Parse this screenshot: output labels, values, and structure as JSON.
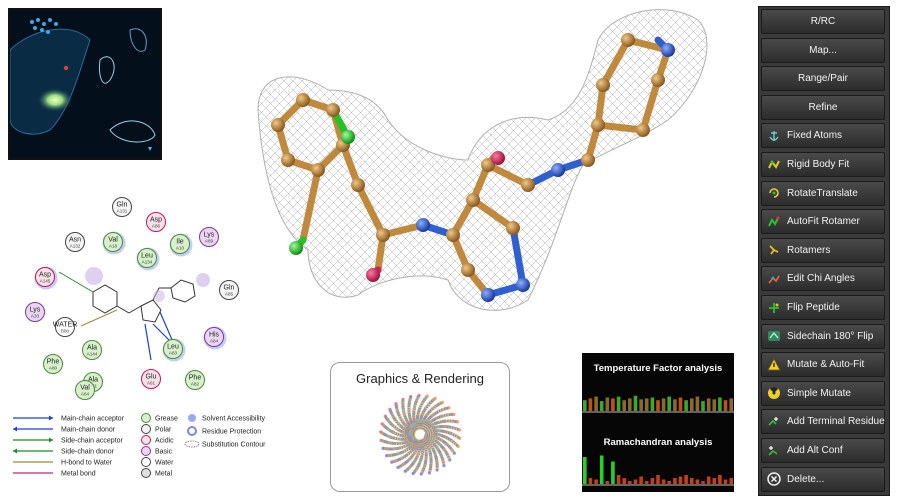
{
  "density_map": {
    "label": "density-map-thumbnail"
  },
  "ligand_diagram": {
    "residues": [
      {
        "name": "Gln",
        "num": "A131"
      },
      {
        "name": "Asp",
        "num": "A86"
      },
      {
        "name": "Asn",
        "num": "A132"
      },
      {
        "name": "Val",
        "num": "A18"
      },
      {
        "name": "Ile",
        "num": "A10"
      },
      {
        "name": "Lys",
        "num": "A89"
      },
      {
        "name": "Leu",
        "num": "A134"
      },
      {
        "name": "Asp",
        "num": "A145"
      },
      {
        "name": "Gln",
        "num": "A85"
      },
      {
        "name": "Lys",
        "num": "A33"
      },
      {
        "name": "WATER",
        "num": "B80"
      },
      {
        "name": "His",
        "num": "A84"
      },
      {
        "name": "Phe",
        "num": "A80"
      },
      {
        "name": "Ala",
        "num": "A144"
      },
      {
        "name": "Leu",
        "num": "A83"
      },
      {
        "name": "Glu",
        "num": "A81"
      },
      {
        "name": "Ala",
        "num": "A31"
      },
      {
        "name": "Phe",
        "num": "A82"
      },
      {
        "name": "Val",
        "num": "A64"
      }
    ],
    "legend_left": [
      "Main-chain acceptor",
      "Main-chain donor",
      "Side-chain acceptor",
      "Side-chain donor",
      "H-bond to Water",
      "Metal bond"
    ],
    "legend_mid": [
      "Grease",
      "Polar",
      "Acidic",
      "Basic",
      "Water",
      "Metal"
    ],
    "legend_right": [
      "Solvent Accessibility",
      "Residue Protection",
      "Substitution Contour"
    ]
  },
  "graphics_card": {
    "title": "Graphics & Rendering"
  },
  "analysis": {
    "temperature_title": "Temperature Factor analysis",
    "ramachandran_title": "Ramachandran analysis",
    "temp_bars": [
      0.6,
      0.7,
      0.8,
      0.55,
      0.75,
      0.7,
      0.8,
      0.6,
      0.7,
      0.85,
      0.65,
      0.7,
      0.75,
      0.6,
      0.7,
      0.8,
      0.65,
      0.75,
      0.6,
      0.7,
      0.8,
      0.55,
      0.7,
      0.65,
      0.75,
      0.6,
      0.7
    ],
    "rama_bars": [
      0.9,
      0.2,
      0.15,
      0.95,
      0.1,
      0.75,
      0.3,
      0.2,
      0.1,
      0.15,
      0.25,
      0.1,
      0.2,
      0.3,
      0.15,
      0.1,
      0.2,
      0.25,
      0.3,
      0.2,
      0.15,
      0.1,
      0.25,
      0.2,
      0.3,
      0.15,
      0.2
    ]
  },
  "menu": {
    "items": [
      {
        "label": "R/RC",
        "icon": "none"
      },
      {
        "label": "Map...",
        "icon": "none"
      },
      {
        "label": "Range/Pair",
        "icon": "none"
      },
      {
        "label": "Refine",
        "icon": "none"
      },
      {
        "label": "Fixed Atoms",
        "icon": "anchor-icon"
      },
      {
        "label": "Rigid Body Fit",
        "icon": "rigid-body-icon"
      },
      {
        "label": "RotateTranslate",
        "icon": "rotate-translate-icon"
      },
      {
        "label": "AutoFit Rotamer",
        "icon": "autofit-rotamer-icon"
      },
      {
        "label": "Rotamers",
        "icon": "rotamers-icon"
      },
      {
        "label": "Edit Chi Angles",
        "icon": "chi-angles-icon"
      },
      {
        "label": "Flip Peptide",
        "icon": "flip-peptide-icon"
      },
      {
        "label": "Sidechain 180° Flip",
        "icon": "sidechain-flip-icon"
      },
      {
        "label": "Mutate & Auto-Fit",
        "icon": "warning-triangle-icon"
      },
      {
        "label": "Simple Mutate",
        "icon": "radiation-icon"
      },
      {
        "label": "Add Terminal Residue",
        "icon": "terminal-residue-icon"
      },
      {
        "label": "Add Alt Conf",
        "icon": "alt-conf-icon"
      },
      {
        "label": "Delete...",
        "icon": "delete-icon"
      }
    ]
  },
  "colors": {
    "carbon": "#c08a3e",
    "nitrogen": "#2f5fd0",
    "oxygen": "#d0205a",
    "chlorine": "#28c028",
    "menu_bg": "#3a3a3a",
    "accent_red": "#c62828"
  }
}
